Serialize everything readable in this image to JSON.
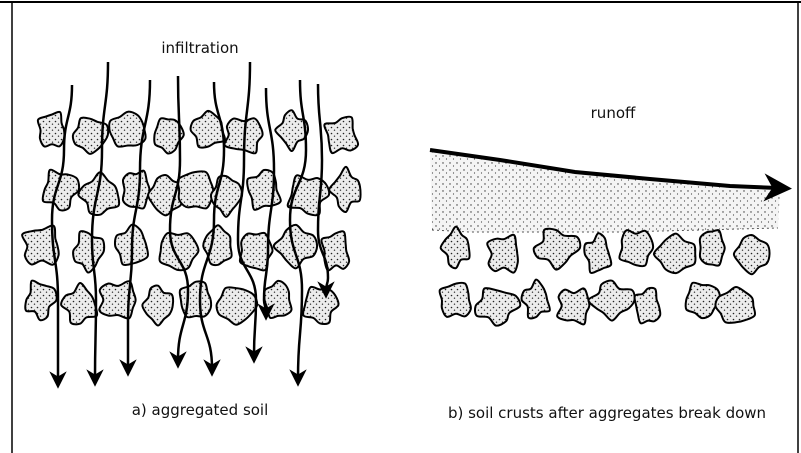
{
  "figure": {
    "panel_a": {
      "top_label": "infiltration",
      "caption": "a) aggregated soil"
    },
    "panel_b": {
      "top_label": "runoff",
      "caption": "b) soil crusts after aggregates break down"
    }
  },
  "colors": {
    "line": "#000000",
    "aggregate_fill": "#e9e9e9",
    "stipple": "#222222",
    "crust_fill": "#f2f2f2"
  }
}
